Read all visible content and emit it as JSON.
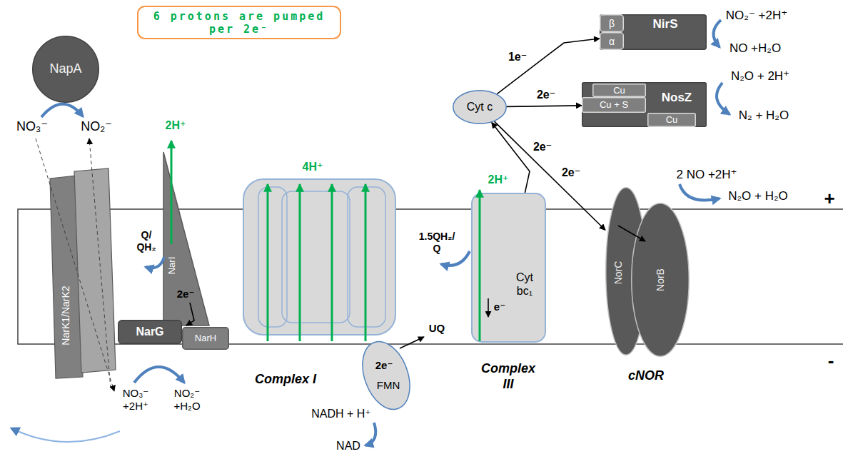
{
  "diagram": {
    "nodes": [
      {
        "text": [
          "6 protons are pumped per 2e⁻"
        ]
      },
      {
        "text": [
          "NapA"
        ]
      },
      {
        "text": [
          "NarK1/NarK2"
        ]
      },
      {
        "text": [
          "NarI"
        ]
      },
      {
        "text": [
          "NarG"
        ]
      },
      {
        "text": [
          "NarH"
        ]
      },
      {
        "text": [
          "Complex I"
        ]
      },
      {
        "text": [
          "2e⁻",
          "FMN"
        ]
      },
      {
        "text": [
          "Cyt bc₁",
          "e⁻",
          "Complex III"
        ]
      },
      {
        "text": [
          "Cyt c"
        ]
      },
      {
        "text": [
          "NirS"
        ]
      },
      {
        "text": [
          "β"
        ],
        "in": 10
      },
      {
        "text": [
          "α"
        ],
        "in": 10
      },
      {
        "text": [
          "NosZ"
        ]
      },
      {
        "text": [
          "Cu"
        ],
        "in": 13
      },
      {
        "text": [
          "Cu + S"
        ],
        "in": 13
      },
      {
        "text": [
          "Cu"
        ],
        "in": 13
      },
      {
        "text": [
          "cNOR"
        ]
      },
      {
        "text": [
          "NorC"
        ],
        "in": 17
      },
      {
        "text": [
          "NorB"
        ],
        "in": 17
      }
    ],
    "edges": [
      {
        "from": 8,
        "to": 9,
        "label": "2e⁻",
        "arrow": "to"
      },
      {
        "from": 9,
        "to": 10,
        "label": "1e⁻",
        "arrow": "to"
      },
      {
        "from": 9,
        "to": 13,
        "label": "2e⁻",
        "arrow": "to"
      },
      {
        "from": 9,
        "to": 17,
        "label": "2e⁻",
        "arrow": "to"
      }
    ],
    "labels": [
      "NO₃⁻",
      "NO₂⁻",
      "2H⁺",
      "Q/ QH₂",
      "2e⁻",
      "NO₃⁻ +2H⁺",
      "NO₂⁻ +H₂O",
      "4H⁺",
      "1.5QH₂/ Q",
      "UQ",
      "NADH + H⁺",
      "NAD",
      "2H⁺",
      "NO₂⁻ +2H⁺",
      "NO +H₂O",
      "N₂O + 2H⁺",
      "N₂ + H₂O",
      "2 NO +2H⁺",
      "N₂O + H₂O",
      "+",
      "-"
    ]
  }
}
